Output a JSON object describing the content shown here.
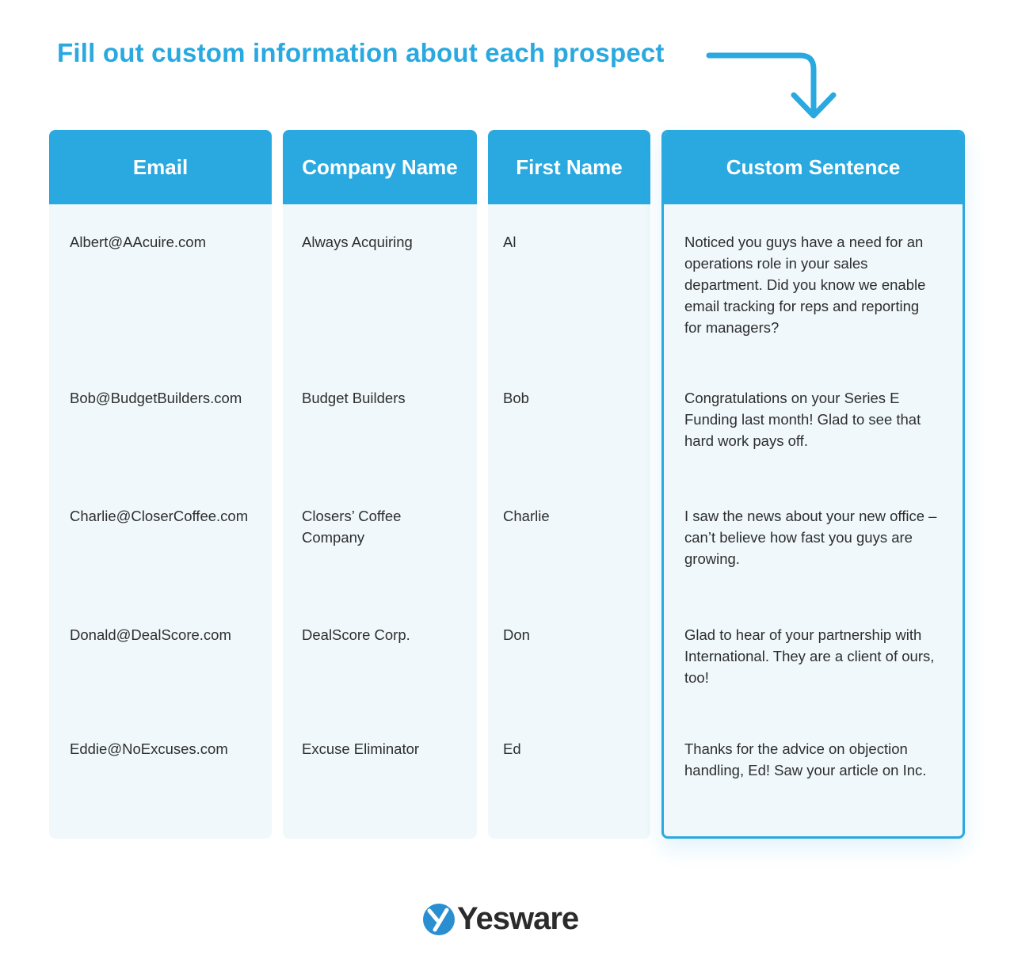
{
  "title": "Fill out custom information about each prospect",
  "colors": {
    "accent": "#29a9e0",
    "cell_bg": "#f0f8fb",
    "text": "#2e2e2e"
  },
  "columns": [
    {
      "header": "Email",
      "cells": [
        "Albert@AAcuire.com",
        "Bob@BudgetBuilders.com",
        "Charlie@CloserCoffee.com",
        "Donald@DealScore.com",
        "Eddie@NoExcuses.com"
      ]
    },
    {
      "header": "Company Name",
      "cells": [
        "Always Acquiring",
        "Budget Builders",
        "Closers’ Coffee Company",
        "DealScore Corp.",
        "Excuse Eliminator"
      ]
    },
    {
      "header": "First Name",
      "cells": [
        "Al",
        "Bob",
        "Charlie",
        "Don",
        "Ed"
      ]
    },
    {
      "header": "Custom Sentence",
      "cells": [
        "Noticed you guys have a need for an operations role in your sales department. Did you know we enable email tracking for reps and reporting for managers?",
        "Congratulations on your Series E Funding last month! Glad to see that hard work pays off.",
        "I saw the news about your new office – can’t believe how fast you guys are growing.",
        "Glad to hear of your partnership with International. They are a client of ours, too!",
        "Thanks for the advice on objection handling, Ed! Saw your article on Inc."
      ]
    }
  ],
  "logo": {
    "text": "Yesware",
    "icon": "yesware-y-logo-icon"
  },
  "arrow_icon": "bent-arrow-down-icon"
}
